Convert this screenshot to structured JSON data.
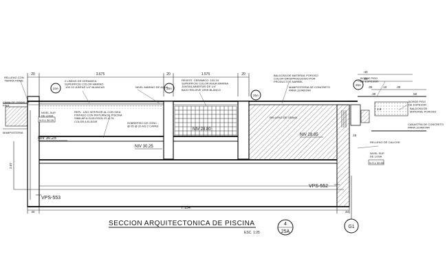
{
  "drawing": {
    "title": "SECCION ARQUITECTONICA DE PISCINA",
    "scale": "ESC. 1:25",
    "sheet_ref_top": "4",
    "sheet_ref_bottom": "25A",
    "grid_bubble": "G1"
  },
  "top_dimensions": [
    "20",
    "3.675",
    "20",
    "1.575",
    "20"
  ],
  "bottom_dimension": "7.154",
  "right_small_dims": [
    "-40",
    "-20",
    ".30",
    ".10",
    ".30",
    ".30",
    ".50",
    ".15",
    "1.9",
    "20"
  ],
  "callouts": {
    "relleno_tierra": "RELLENO CON\nTIERRA FIRME",
    "hilo_agua": "NIVEL MARINO DE AGUA",
    "lineas_ceramica": "2 LINEAS DE CERAMICA\nSUPERFICIE COLOR MARINO\n.10X.10 JUNTAS 1/4\" BLANCAS",
    "revest_ceramico": "REVEST. CERAMICO .10X.10\nSUPERFICIE COLOR AGUA MARINA\nJUNTAS ABIERTAS DE 1/4\"\nBAJO RELIEVE GRIS BLANCO",
    "baldosa": "BALDOSA DE MATERIAL POROSO\nCOLOR GRIS/PRODUCIDO POR\nPRODUCTOS NARBEL",
    "mampostero": "MAMPOSTERIA DE CONCRETO\nPARA LEVANTAR",
    "borde_piso": "BORDE PISO\nDE ESPESOR",
    "borde_piso2": "BORDE PISO\nDE ESPESOR",
    "baldosa_poroso": "BALDOSA DE\nMATERIAL POROSO",
    "canastra": "CANASTRA DE CONCRETO\nPARA LEVANTAR",
    "relleno_caliche": "RELLENO DE CALICHE",
    "repellos": "REPL. USO INTERIOR AL CON SIKA\nPINTADO CON PINTURA DE PISCINA\nSIMILAR A GLID-POOL 97-A-76\nCOLOR A ELEGIR",
    "sobrepiso": "SOBREPISO DE CONC.\n@ 05 @ 20 A/S 2 CAPAS",
    "niv_gravilla": "CAMA DE GRAVILLA\nFINA",
    "nivel_sup": "NIVEL SUP.\nDE LOSA",
    "nivel_sup_l": "NIVEL SUP.\nDE LOSA",
    "mampostero_l": "MAMPOSTERIA",
    "ret_sub": "RELLENO DE GRAVA"
  },
  "levels": {
    "niv_left": "NIV 30.25",
    "niv_mid": "NIV 30.25",
    "niv_center": "NIV 28.80",
    "niv_right": "NIV 28.85",
    "nsl_left": "N.S.L 30.25",
    "nsl_right": "N.S.L 30.85"
  },
  "markers": {
    "vps_left": "VPS-553",
    "vps_right": "VPS-552",
    "tag_24a": "24A",
    "tag_25a_a": "25A",
    "tag_25a_b": "25A",
    "tag_25a_c": "25A",
    "dim_vert_left": "2.07"
  }
}
